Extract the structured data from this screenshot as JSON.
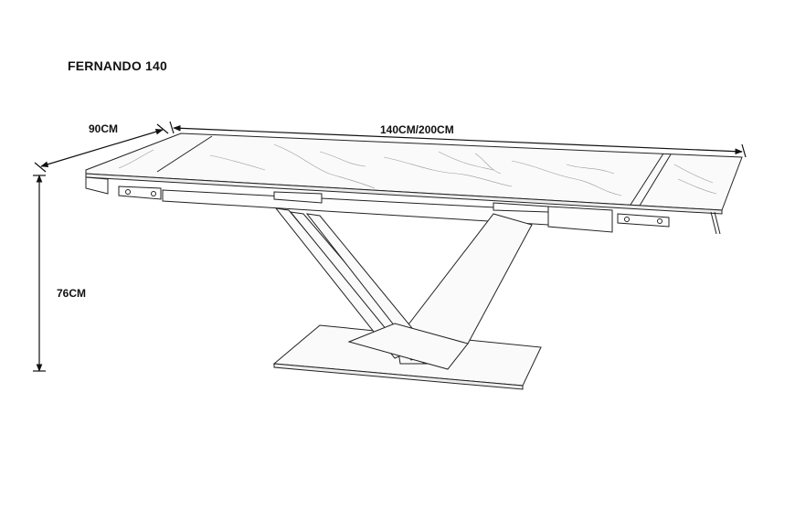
{
  "product": {
    "name": "FERNANDO 140"
  },
  "dimensions": {
    "depth": "90CM",
    "length": "140CM/200CM",
    "height": "76CM"
  }
}
